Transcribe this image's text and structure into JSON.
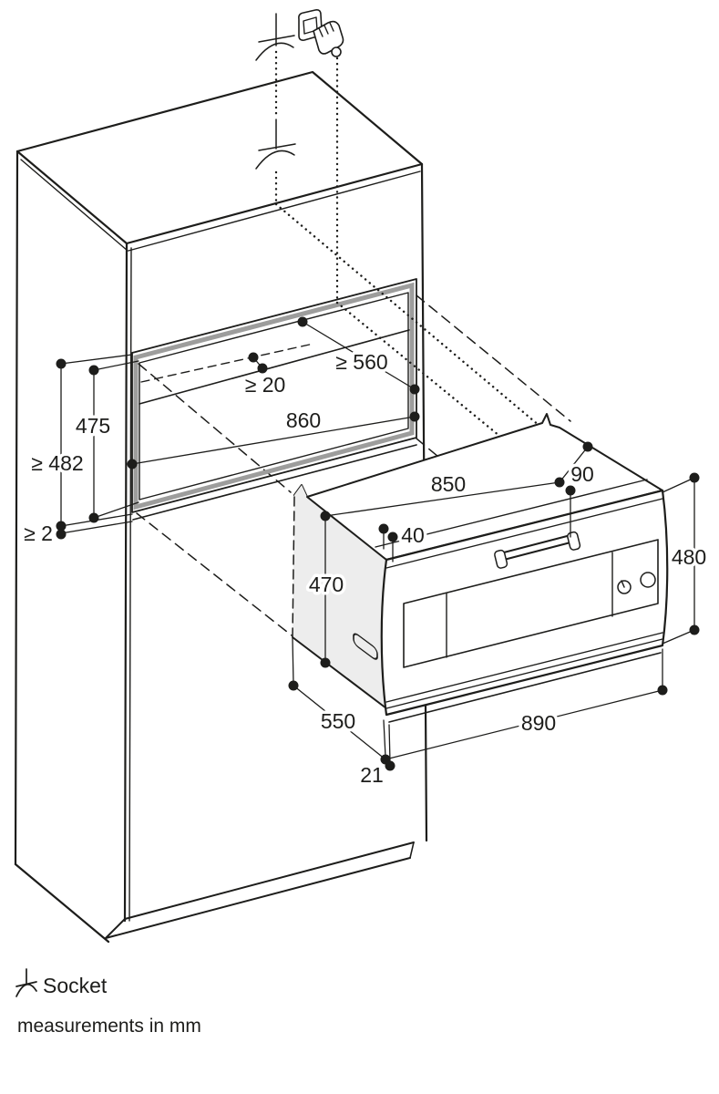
{
  "diagram": {
    "type": "appliance installation drawing",
    "dimensions": {
      "niche_depth": "≥ 560",
      "rear_clearance": "≥ 20",
      "niche_width": "860",
      "niche_height": "475",
      "min_niche_height": "≥ 482",
      "bottom_clearance": "≥ 2",
      "body_width": "850",
      "handle_offset": "90",
      "top_gap": "40",
      "body_height": "470",
      "door_height": "480",
      "body_depth": "550",
      "door_width": "890",
      "door_protrusion": "21"
    },
    "legend": {
      "socket_label": "Socket",
      "units_note": "measurements in mm"
    },
    "colors": {
      "line": "#1d1d1b",
      "niche_highlight": "#9d9d9c",
      "oven_side_fill": "#ededed",
      "background": "#ffffff"
    }
  }
}
